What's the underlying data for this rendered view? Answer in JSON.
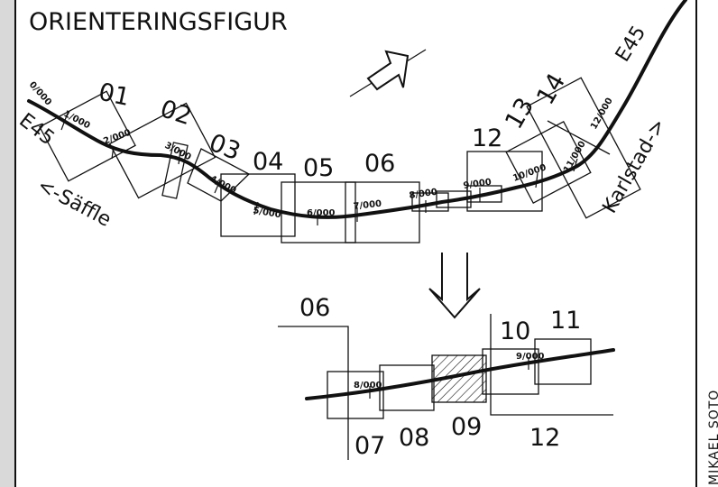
{
  "title": "ORIENTERINGSFIGUR",
  "credit": "MIKAEL SOTO",
  "places": {
    "west": "<-Säffle",
    "east": "Karlstad->",
    "road_west": "E45",
    "road_east": "E45"
  },
  "sheets_top": [
    "01",
    "02",
    "03",
    "04",
    "05",
    "06",
    "12",
    "13",
    "14"
  ],
  "sheets_detail": [
    "06",
    "07",
    "08",
    "09",
    "10",
    "11",
    "12"
  ],
  "chainages_top": [
    "0/000",
    "1/000",
    "2/000",
    "3/000",
    "4/000",
    "5/000",
    "6/000",
    "7/000",
    "8/000",
    "9/000",
    "10/000",
    "11/000",
    "12/000"
  ],
  "chainages_detail": [
    "8/000",
    "9/000"
  ],
  "colors": {
    "ink": "#111111",
    "paper": "#ffffff",
    "strip": "#d9d9d9"
  },
  "icons": {
    "north": "north-arrow-icon",
    "down": "down-arrow-icon"
  }
}
